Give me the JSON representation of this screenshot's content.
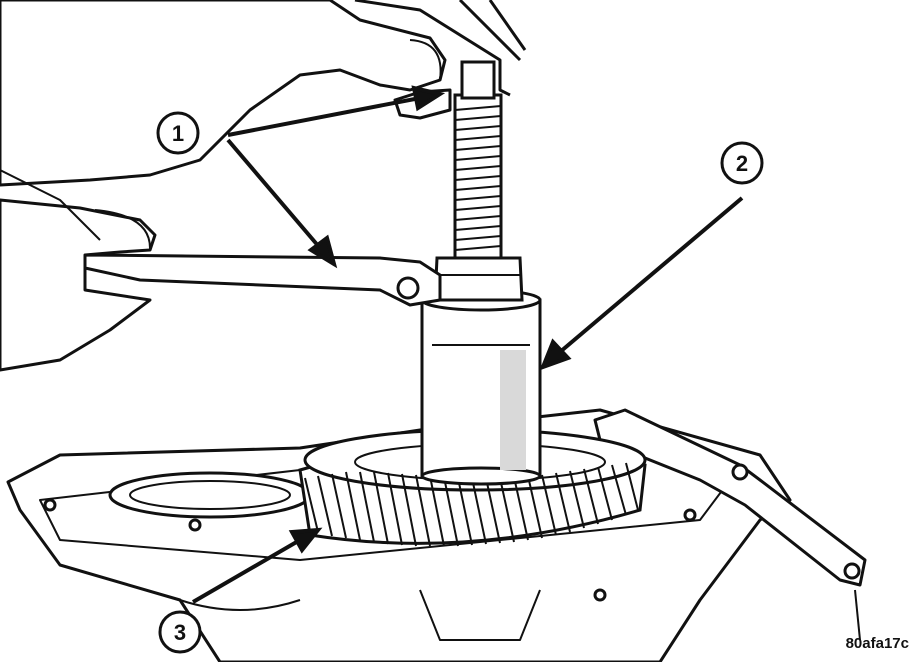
{
  "callouts": [
    {
      "id": "1",
      "label": "1"
    },
    {
      "id": "2",
      "label": "2"
    },
    {
      "id": "3",
      "label": "3"
    }
  ],
  "figure_code": "80afa17c",
  "colors": {
    "ink": "#111111",
    "paper": "#ffffff",
    "shade": "#d9d9d9"
  }
}
